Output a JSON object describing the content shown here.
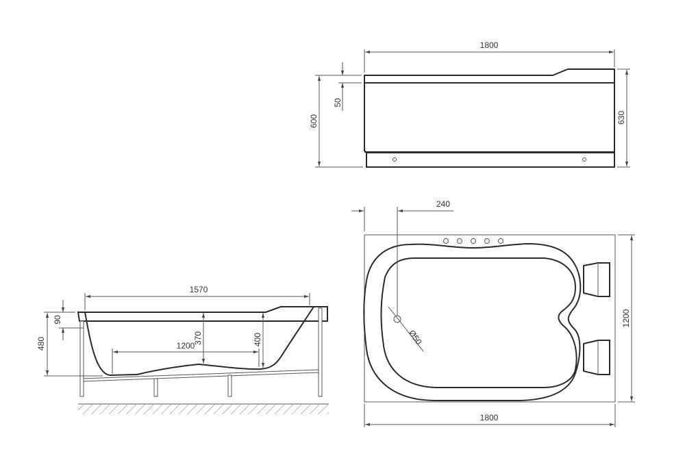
{
  "drawing": {
    "type": "technical-drawing",
    "subject": "bathtub",
    "views": {
      "front_elevation": {
        "dimensions": {
          "width": "1800",
          "rim_thickness": "50",
          "height_left": "600",
          "height_right": "630"
        }
      },
      "top_plan": {
        "dimensions": {
          "drain_offset": "240",
          "drain_diameter": "Ø50",
          "depth": "1200",
          "width": "1800"
        },
        "jets_count": 5,
        "headrests_count": 2
      },
      "side_section": {
        "dimensions": {
          "inner_length": "1570",
          "rim_height": "90",
          "overall_height": "480",
          "bottom_length": "1200",
          "depth_center": "370",
          "depth_right": "400"
        },
        "legs_count": 4
      }
    }
  }
}
